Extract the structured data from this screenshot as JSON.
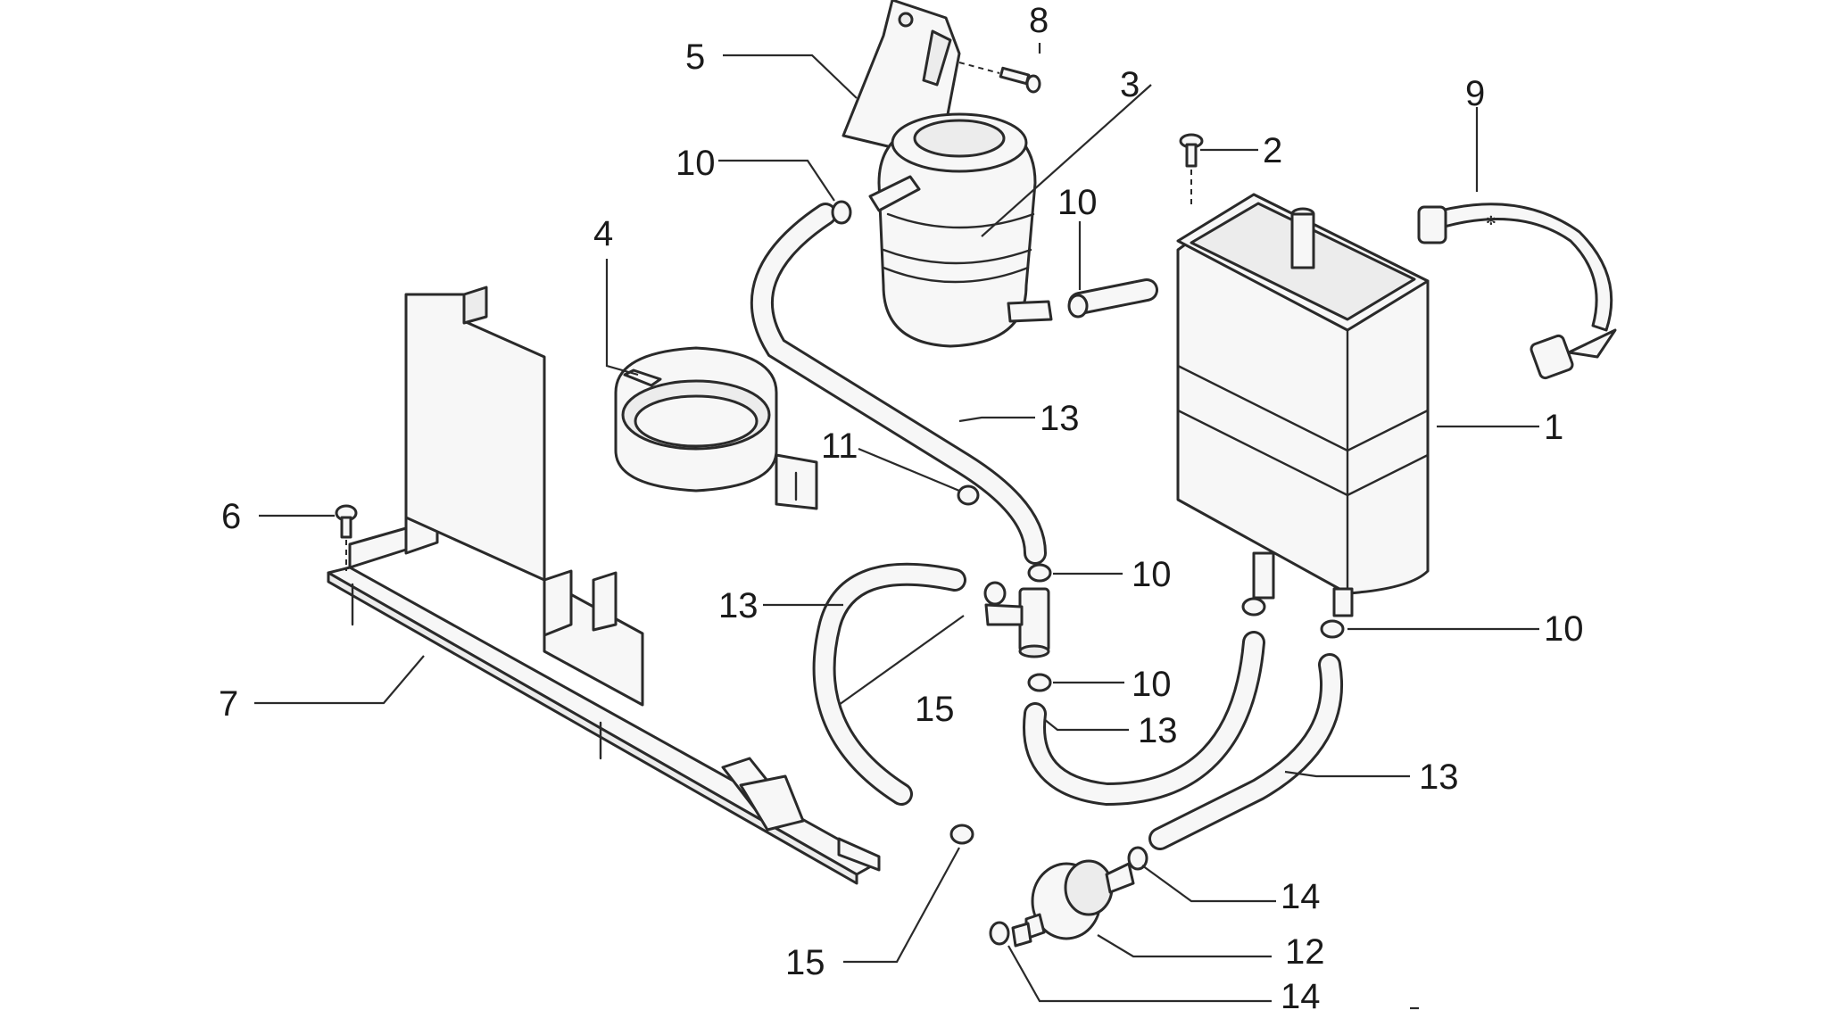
{
  "diagram": {
    "callouts": [
      {
        "id": "c1",
        "label": "1"
      },
      {
        "id": "c2",
        "label": "2"
      },
      {
        "id": "c3",
        "label": "3"
      },
      {
        "id": "c4",
        "label": "4"
      },
      {
        "id": "c5",
        "label": "5"
      },
      {
        "id": "c6",
        "label": "6"
      },
      {
        "id": "c7",
        "label": "7"
      },
      {
        "id": "c8",
        "label": "8"
      },
      {
        "id": "c9",
        "label": "9"
      },
      {
        "id": "c10a",
        "label": "10"
      },
      {
        "id": "c10b",
        "label": "10"
      },
      {
        "id": "c10c",
        "label": "10"
      },
      {
        "id": "c10d",
        "label": "10"
      },
      {
        "id": "c10e",
        "label": "10"
      },
      {
        "id": "c11",
        "label": "11"
      },
      {
        "id": "c12",
        "label": "12"
      },
      {
        "id": "c13a",
        "label": "13"
      },
      {
        "id": "c13b",
        "label": "13"
      },
      {
        "id": "c13c",
        "label": "13"
      },
      {
        "id": "c13d",
        "label": "13"
      },
      {
        "id": "c14a",
        "label": "14"
      },
      {
        "id": "c14b",
        "label": "14"
      },
      {
        "id": "c15a",
        "label": "15"
      },
      {
        "id": "c15b",
        "label": "15"
      }
    ]
  }
}
